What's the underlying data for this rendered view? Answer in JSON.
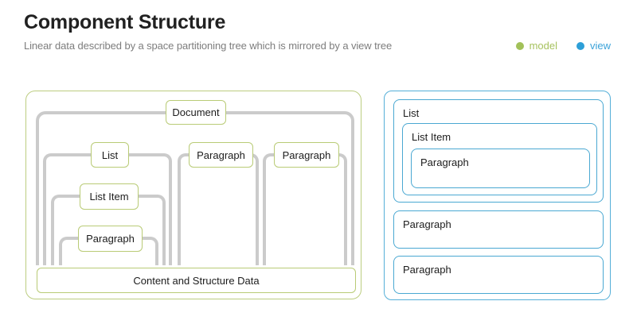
{
  "header": {
    "title": "Component Structure",
    "subtitle": "Linear data described by a space partitioning tree which is mirrored by a view tree"
  },
  "legend": {
    "model_label": "model",
    "view_label": "view",
    "model_color": "#a2c159",
    "view_color": "#2d9fd8"
  },
  "model_tree": {
    "document": "Document",
    "list": "List",
    "paragraph_middle": "Paragraph",
    "paragraph_right": "Paragraph",
    "list_item": "List Item",
    "paragraph_leaf": "Paragraph",
    "content_bar": "Content and Structure Data"
  },
  "view_tree": {
    "list": "List",
    "list_item": "List Item",
    "paragraph_nested": "Paragraph",
    "paragraph_second": "Paragraph",
    "paragraph_third": "Paragraph"
  },
  "colors": {
    "model_border": "#b9cb76",
    "view_border": "#4aa8d2",
    "connector_gray": "#cbcbcb"
  }
}
